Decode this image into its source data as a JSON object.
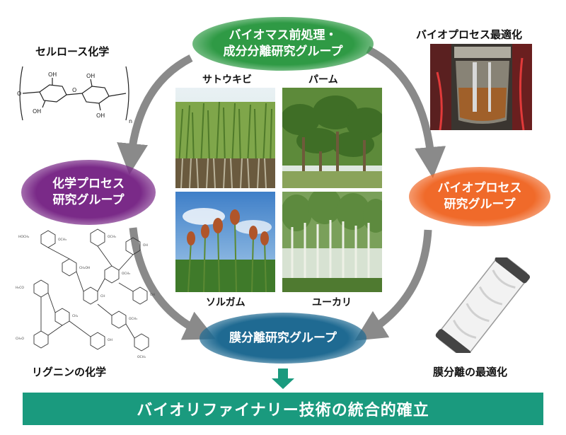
{
  "groups": {
    "pretreatment": {
      "line1": "バイオマス前処理・",
      "line2": "成分分離研究グループ"
    },
    "chemical": {
      "line1": "化学プロセス",
      "line2": "研究グループ"
    },
    "bioprocess": {
      "line1": "バイオプロセス",
      "line2": "研究グループ"
    },
    "membrane": {
      "line1": "膜分離研究グループ"
    }
  },
  "labels": {
    "cellulose": "セルロース化学",
    "lignin": "リグニンの化学",
    "bio_opt": "バイオプロセス最適化",
    "membrane_opt": "膜分離の最適化"
  },
  "plants": {
    "sugarcane": "サトウキビ",
    "palm": "パーム",
    "sorghum": "ソルガム",
    "eucalyptus": "ユーカリ"
  },
  "chem": {
    "oh": "OH",
    "o": "O",
    "n": "n"
  },
  "banner": "バイオリファイナリー技術の統合的確立"
}
